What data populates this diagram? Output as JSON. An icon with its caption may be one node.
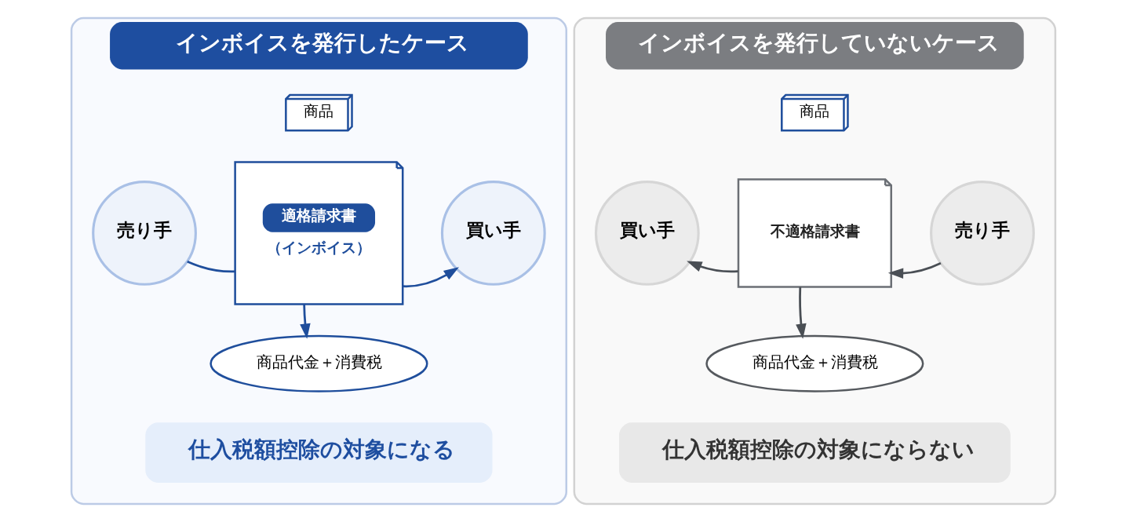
{
  "diagram": {
    "nodes": [
      {
        "text": [
          "インボイスを発行したケース"
        ]
      },
      {
        "text": [
          "商品"
        ],
        "in": 0
      },
      {
        "text": [
          "売り手"
        ],
        "in": 0
      },
      {
        "text": [
          "適格請求書",
          "（インボイス）"
        ],
        "in": 0
      },
      {
        "text": [
          "買い手"
        ],
        "in": 0
      },
      {
        "text": [
          "商品代金＋消費税"
        ],
        "in": 0
      },
      {
        "text": [
          "仕入税額控除の対象になる"
        ],
        "in": 0
      },
      {
        "text": [
          "インボイスを発行していないケース"
        ]
      },
      {
        "text": [
          "商品"
        ],
        "in": 7
      },
      {
        "text": [
          "買い手"
        ],
        "in": 7
      },
      {
        "text": [
          "不適格請求書"
        ],
        "in": 7
      },
      {
        "text": [
          "売り手"
        ],
        "in": 7
      },
      {
        "text": [
          "商品代金＋消費税"
        ],
        "in": 7
      },
      {
        "text": [
          "仕入税額控除の対象にならない"
        ],
        "in": 7
      }
    ],
    "edges": [
      {
        "from": 2,
        "to": 3,
        "arrow": "none"
      },
      {
        "from": 3,
        "to": 4,
        "arrow": "to"
      },
      {
        "from": 3,
        "to": 5,
        "arrow": "to"
      },
      {
        "from": 11,
        "to": 10,
        "arrow": "to",
        "color": "#4a4f55"
      },
      {
        "from": 10,
        "to": 9,
        "arrow": "to",
        "color": "#4a4f55"
      },
      {
        "from": 10,
        "to": 12,
        "arrow": "to",
        "color": "#4a4f55"
      }
    ]
  }
}
